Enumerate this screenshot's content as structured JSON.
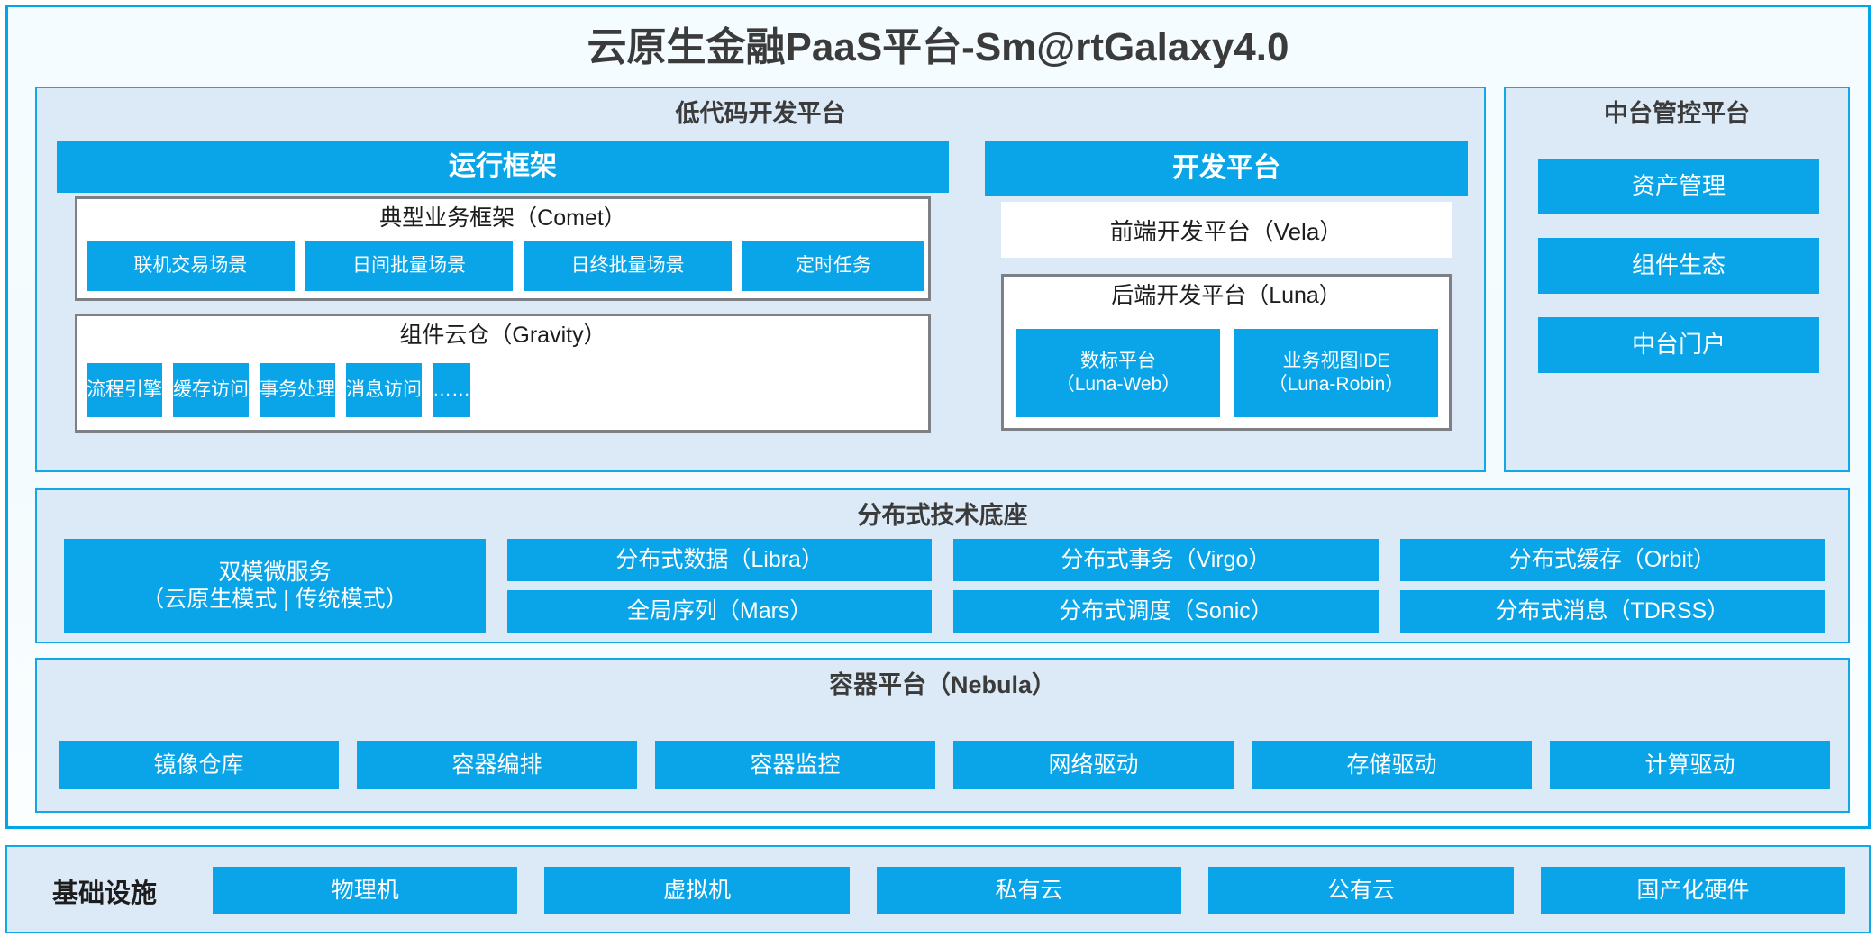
{
  "title": "云原生金融PaaS平台-Sm@rtGalaxy4.0",
  "colors": {
    "accent": "#0aa5e8",
    "panel_bg": "#dce9f6",
    "panel_border": "#12a8e8",
    "frame_border": "#00a6ea",
    "inner_border": "#7d8186",
    "text_dark": "#3b3b3b",
    "text_light": "#ffffff"
  },
  "lowcode": {
    "title": "低代码开发平台",
    "runtime": {
      "title": "运行框架",
      "comet": {
        "title": "典型业务框架（Comet）",
        "items": [
          "联机交易场景",
          "日间批量场景",
          "日终批量场景",
          "定时任务"
        ]
      },
      "gravity": {
        "title": "组件云仓（Gravity）",
        "items": [
          "流程引擎",
          "缓存访问",
          "事务处理",
          "消息访问",
          "……"
        ]
      }
    },
    "devplatform": {
      "title": "开发平台",
      "frontend": "前端开发平台（Vela）",
      "backend": {
        "title": "后端开发平台（Luna）",
        "items": [
          {
            "name": "数标平台",
            "code": "（Luna-Web）"
          },
          {
            "name": "业务视图IDE",
            "code": "（Luna-Robin）"
          }
        ]
      }
    }
  },
  "mgmt": {
    "title": "中台管控平台",
    "items": [
      "资产管理",
      "组件生态",
      "中台门户"
    ]
  },
  "dtb": {
    "title": "分布式技术底座",
    "microservice": {
      "name": "双模微服务",
      "modes": "（云原生模式 | 传统模式）"
    },
    "columns": [
      [
        "分布式数据（Libra）",
        "全局序列（Mars）"
      ],
      [
        "分布式事务（Virgo）",
        "分布式调度（Sonic）"
      ],
      [
        "分布式缓存（Orbit）",
        "分布式消息（TDRSS）"
      ]
    ]
  },
  "nebula": {
    "title": "容器平台（Nebula）",
    "items": [
      "镜像仓库",
      "容器编排",
      "容器监控",
      "网络驱动",
      "存储驱动",
      "计算驱动"
    ]
  },
  "infra": {
    "label": "基础设施",
    "items": [
      "物理机",
      "虚拟机",
      "私有云",
      "公有云",
      "国产化硬件"
    ]
  }
}
